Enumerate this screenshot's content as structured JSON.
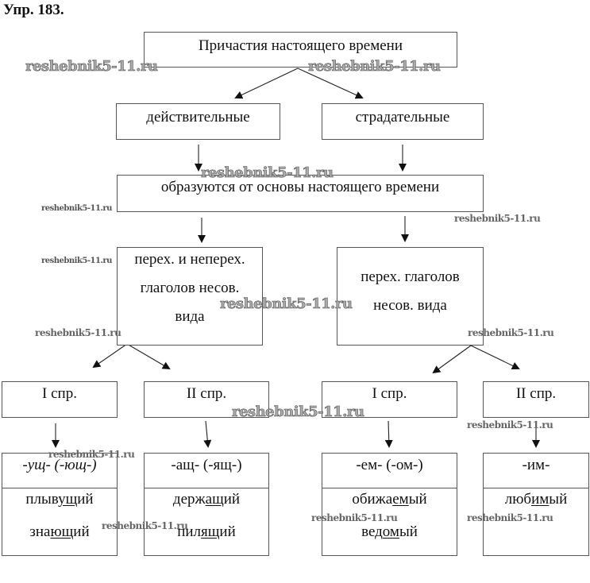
{
  "title": "Упр. 183.",
  "root": "Причастия настоящего времени",
  "types": {
    "active": "действительные",
    "passive": "страдательные"
  },
  "formation": "образуются от основы настоящего времени",
  "verbs": {
    "active": [
      "перех. и неперех.",
      "глаголов несов.",
      "вида"
    ],
    "passive": [
      "перех. глаголов",
      "несов. вида"
    ]
  },
  "conjugations": {
    "active_i": "I спр.",
    "active_ii": "II спр.",
    "passive_i": "I спр.",
    "passive_ii": "II спр."
  },
  "suffixes": [
    {
      "suffix": "-ущ- (-ющ-)",
      "italic": true,
      "examples": [
        {
          "pre": "плыв",
          "mark": "ущ",
          "post": "ий"
        },
        {
          "pre": "зна",
          "mark": "ющ",
          "post": "ий"
        }
      ]
    },
    {
      "suffix": "-ащ- (-ящ-)",
      "italic": false,
      "examples": [
        {
          "pre": "держ",
          "mark": "ащ",
          "post": "ий"
        },
        {
          "pre": "пил",
          "mark": "ящ",
          "post": "ий"
        }
      ]
    },
    {
      "suffix": "-ем- (-ом-)",
      "italic": false,
      "examples": [
        {
          "pre": "обижа",
          "mark": "ем",
          "post": "ый"
        },
        {
          "pre": "вед",
          "mark": "ом",
          "post": "ый"
        }
      ]
    },
    {
      "suffix": "-им-",
      "italic": false,
      "examples": [
        {
          "pre": "люб",
          "mark": "им",
          "post": "ый"
        }
      ]
    }
  ],
  "watermark": "reshebnik5-11.ru"
}
